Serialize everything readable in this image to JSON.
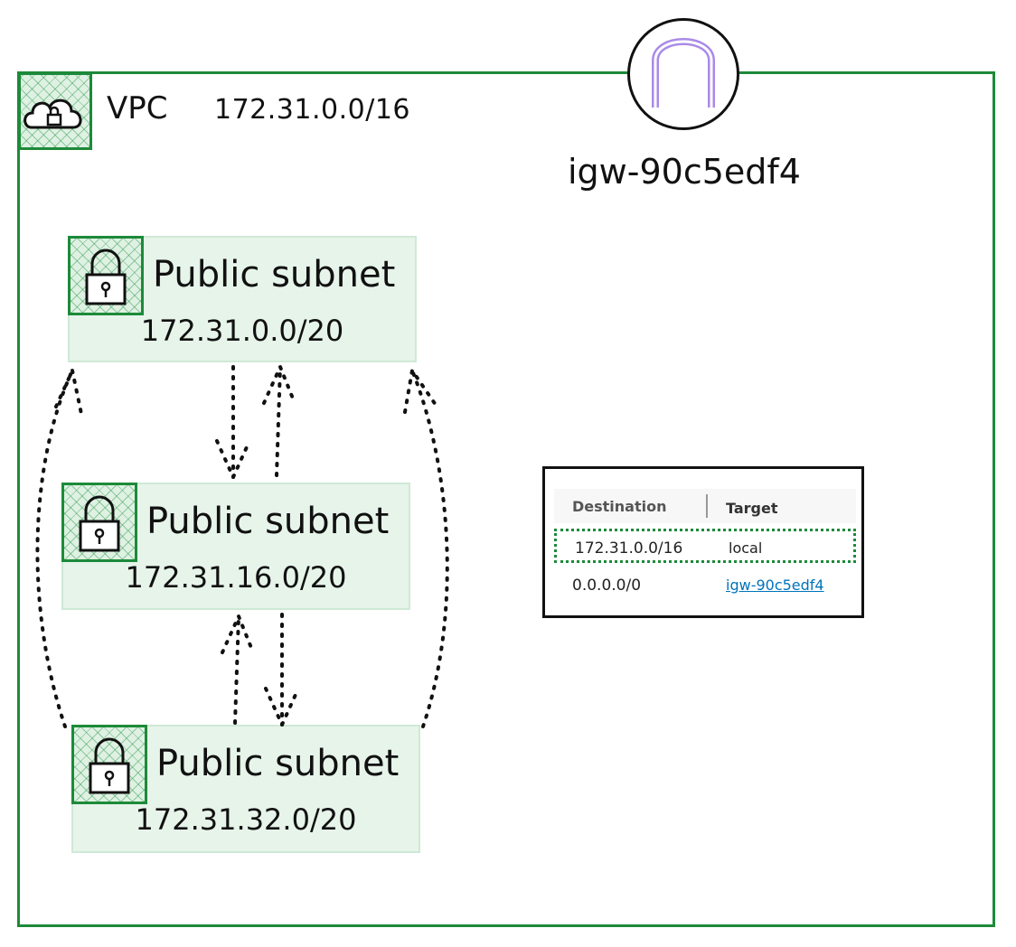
{
  "vpc": {
    "label": "VPC",
    "cidr": "172.31.0.0/16"
  },
  "igw": {
    "label": "igw-90c5edf4"
  },
  "subnets": [
    {
      "title": "Public subnet",
      "cidr": "172.31.0.0/20"
    },
    {
      "title": "Public subnet",
      "cidr": "172.31.16.0/20"
    },
    {
      "title": "Public subnet",
      "cidr": "172.31.32.0/20"
    }
  ],
  "route_table": {
    "headers": {
      "destination": "Destination",
      "target": "Target"
    },
    "rows": [
      {
        "destination": "172.31.0.0/16",
        "target": "local"
      },
      {
        "destination": "0.0.0.0/0",
        "target": "igw-90c5edf4"
      }
    ]
  },
  "colors": {
    "vpc_border": "#1d8a3a",
    "subnet_fill": "#e6f4ea",
    "igw_accent": "#a98be8",
    "link": "#0073bb"
  },
  "icons": {
    "vpc": "cloud-lock-icon",
    "subnet": "padlock-icon",
    "igw": "internet-gateway-icon"
  }
}
